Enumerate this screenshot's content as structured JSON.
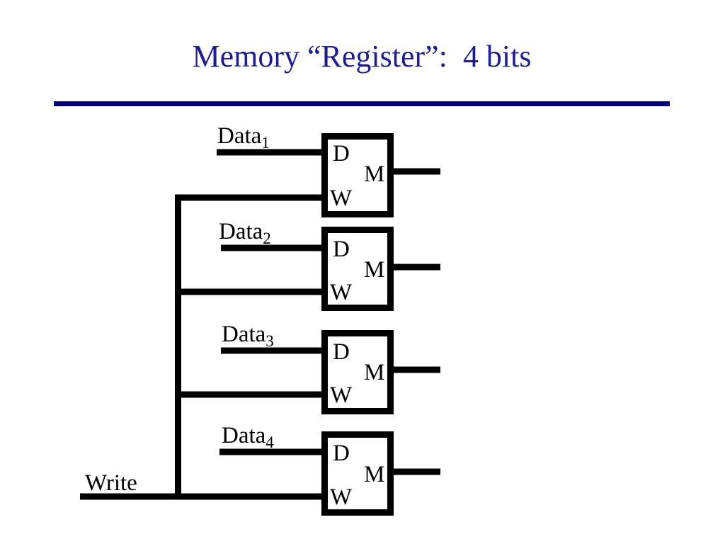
{
  "slide": {
    "title": "Memory “Register”:  4 bits"
  },
  "colors": {
    "title_text": "#1e1e8e",
    "title_rule": "#000080",
    "diagram_ink": "#000000",
    "background": "#ffffff"
  },
  "diagram": {
    "write_label": "Write",
    "cells": [
      {
        "input_base": "Data",
        "input_sub": "1",
        "port_d": "D",
        "port_m": "M",
        "port_w": "W"
      },
      {
        "input_base": "Data",
        "input_sub": "2",
        "port_d": "D",
        "port_m": "M",
        "port_w": "W"
      },
      {
        "input_base": "Data",
        "input_sub": "3",
        "port_d": "D",
        "port_m": "M",
        "port_w": "W"
      },
      {
        "input_base": "Data",
        "input_sub": "4",
        "port_d": "D",
        "port_m": "M",
        "port_w": "W"
      }
    ]
  }
}
